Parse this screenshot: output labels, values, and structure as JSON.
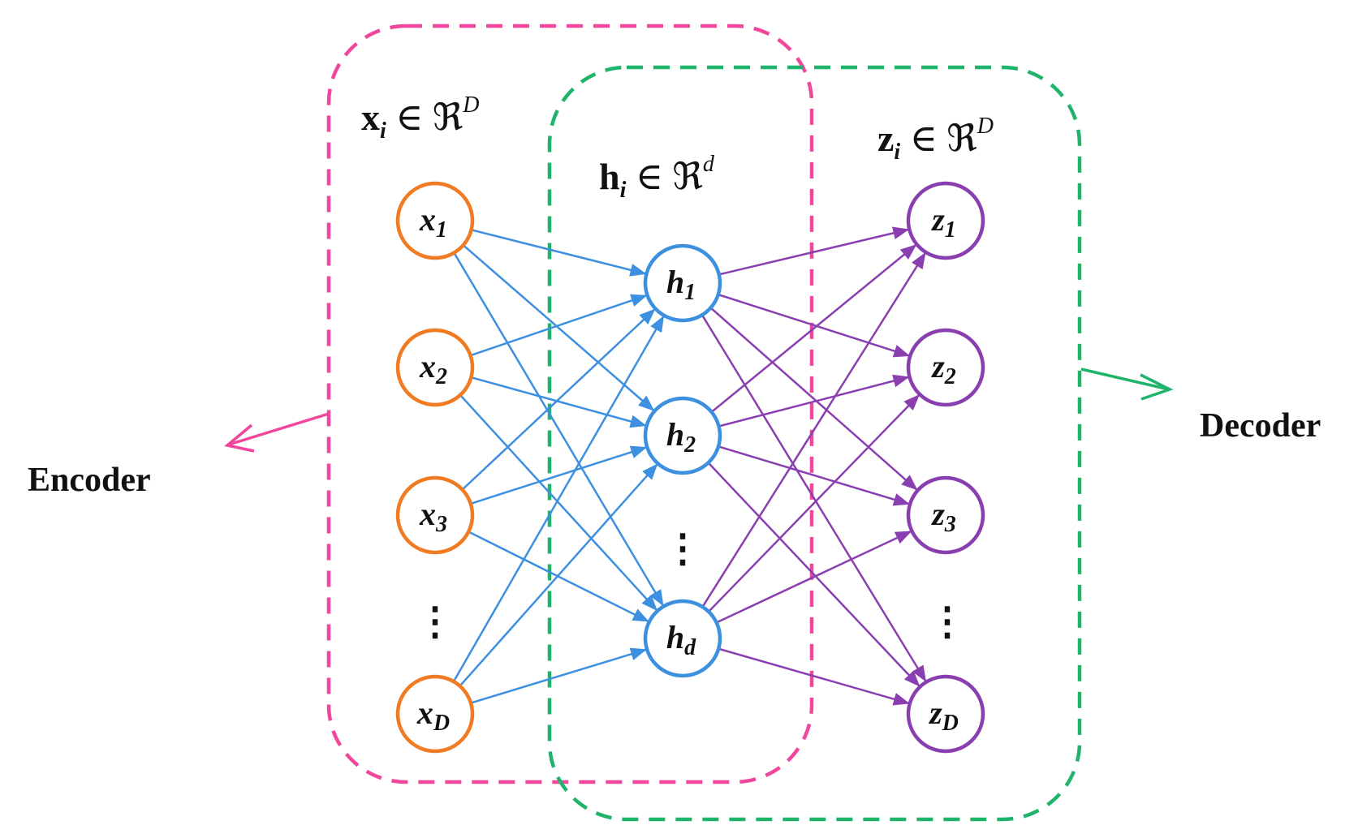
{
  "colors": {
    "encoder": "#f0469b",
    "decoder": "#1fb46a",
    "input": "#f07b22",
    "hidden": "#3d8fe0",
    "output": "#8a3fb0",
    "text": "#111111"
  },
  "labels": {
    "encoder": "Encoder",
    "decoder": "Decoder"
  },
  "set_labels": {
    "x": {
      "vec": "x",
      "sub": "i",
      "rel": " ∈ ℜ",
      "dim": "D"
    },
    "h": {
      "vec": "h",
      "sub": "i",
      "rel": " ∈ ℜ",
      "dim": "d"
    },
    "z": {
      "vec": "z",
      "sub": "i",
      "rel": " ∈ ℜ",
      "dim": "D"
    }
  },
  "ellipsis": "⋮",
  "layers": {
    "input": [
      {
        "base": "x",
        "sub": "1"
      },
      {
        "base": "x",
        "sub": "2"
      },
      {
        "base": "x",
        "sub": "3"
      },
      {
        "base": "x",
        "sub": "D"
      }
    ],
    "hidden": [
      {
        "base": "h",
        "sub": "1"
      },
      {
        "base": "h",
        "sub": "2"
      },
      {
        "base": "h",
        "sub": "d"
      }
    ],
    "output": [
      {
        "base": "z",
        "sub": "1"
      },
      {
        "base": "z",
        "sub": "2"
      },
      {
        "base": "z",
        "sub": "3"
      },
      {
        "base": "z",
        "sub": "D"
      }
    ]
  }
}
